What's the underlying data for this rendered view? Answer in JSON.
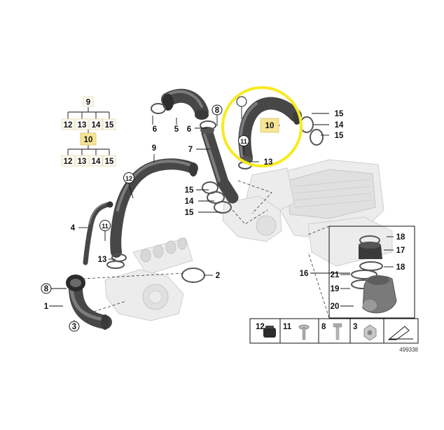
{
  "diagram": {
    "image_number": "499338",
    "highlight_color": "#f7ea21",
    "callouts": {
      "c1": "1",
      "c2": "2",
      "c3": "3",
      "c4": "4",
      "c5": "5",
      "c6a": "6",
      "c6b": "6",
      "c7": "7",
      "c8a": "8",
      "c8b": "8",
      "c9a": "9",
      "c9b": "9",
      "c10a": "10",
      "c10b": "10",
      "c11a": "11",
      "c11b": "11",
      "c12a": "12",
      "c13a": "13",
      "c13b": "13",
      "c14a": "14",
      "c14b": "14",
      "c15a": "15",
      "c15b": "15",
      "c15c": "15",
      "c15d": "15",
      "c16": "16",
      "c17": "17",
      "c18a": "18",
      "c18b": "18",
      "c19": "19",
      "c20": "20",
      "c21": "21"
    },
    "tree": {
      "root": "9",
      "row1": [
        "12",
        "13",
        "14",
        "15"
      ],
      "mid": "10",
      "row2": [
        "12",
        "13",
        "14",
        "15"
      ]
    },
    "legend": {
      "items": [
        {
          "num": "12",
          "icon": "grommet-icon"
        },
        {
          "num": "11",
          "icon": "bolt-washer-icon"
        },
        {
          "num": "8",
          "icon": "screw-icon"
        },
        {
          "num": "3",
          "icon": "hex-nut-icon"
        }
      ],
      "arrow_icon": "direction-arrow-icon"
    }
  }
}
